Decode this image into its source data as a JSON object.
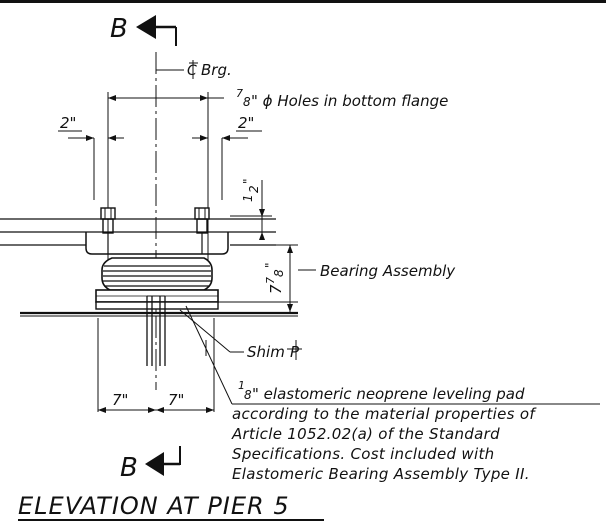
{
  "section_marks": {
    "top_letter": "B",
    "bottom_letter": "B"
  },
  "labels": {
    "cl_brg": "Brg.",
    "holes_num": "7",
    "holes_den": "8",
    "holes_text": "\" ϕ Holes in bottom flange",
    "dim_left": "2\"",
    "dim_right": "2\"",
    "dim_half_num": "1",
    "dim_half_den": "2",
    "dim_half_unit": "\"",
    "dim_height_whole": "7",
    "dim_height_num": "7",
    "dim_height_den": "8",
    "dim_height_unit": "\"",
    "bearing_assembly": "Bearing Assembly",
    "shim": "Shim",
    "dim_bottom_left": "7\"",
    "dim_bottom_right": "7\""
  },
  "note": {
    "frac_num": "1",
    "frac_den": "8",
    "line1": "\" elastomeric neoprene leveling pad",
    "line2": "according to the material properties of",
    "line3": "Article 1052.02(a) of the Standard",
    "line4": "Specifications.  Cost included with",
    "line5": "Elastomeric Bearing Assembly Type II."
  },
  "title": "ELEVATION AT PIER 5"
}
